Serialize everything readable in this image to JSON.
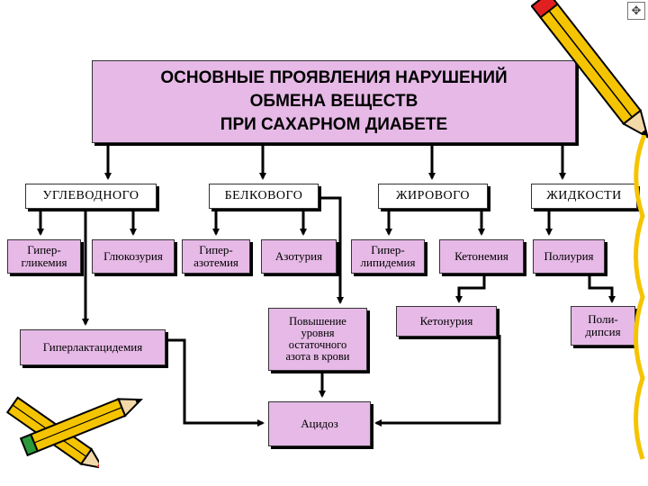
{
  "title": {
    "lines": [
      "ОСНОВНЫЕ ПРОЯВЛЕНИЯ НАРУШЕНИЙ",
      "ОБМЕНА ВЕЩЕСТВ",
      "ПРИ САХАРНОМ ДИАБЕТЕ"
    ]
  },
  "categories": {
    "carb": "УГЛЕВОДНОГО",
    "protein": "БЕЛКОВОГО",
    "fat": "ЖИРОВОГО",
    "fluid": "ЖИДКОСТИ"
  },
  "nodes": {
    "hyperglycemia": [
      "Гипер-",
      "гликемия"
    ],
    "glucosuria": "Глюкозурия",
    "hyperazotemia": [
      "Гипер-",
      "азотемия"
    ],
    "azoturia": "Азотурия",
    "hyperlipidemia": [
      "Гипер-",
      "липидемия"
    ],
    "ketonemia": "Кетонемия",
    "polyuria": "Полиурия",
    "hyperlactacidemia": "Гиперлактацидемия",
    "residual_nitrogen": [
      "Повышение",
      "уровня",
      "остаточного",
      "азота в крови"
    ],
    "ketonuria": "Кетонурия",
    "polydipsia": [
      "Поли-",
      "дипсия"
    ],
    "acidosis": "Ацидоз"
  },
  "colors": {
    "box_fill": "#e6b9e6",
    "category_fill": "#ffffff",
    "pencil_yellow": "#f5c400",
    "pencil_red": "#e02020",
    "pencil_green": "#2a9a3a"
  },
  "icons": [
    "pencil-icon",
    "pencil-icon",
    "pencil-icon",
    "resize-icon"
  ]
}
